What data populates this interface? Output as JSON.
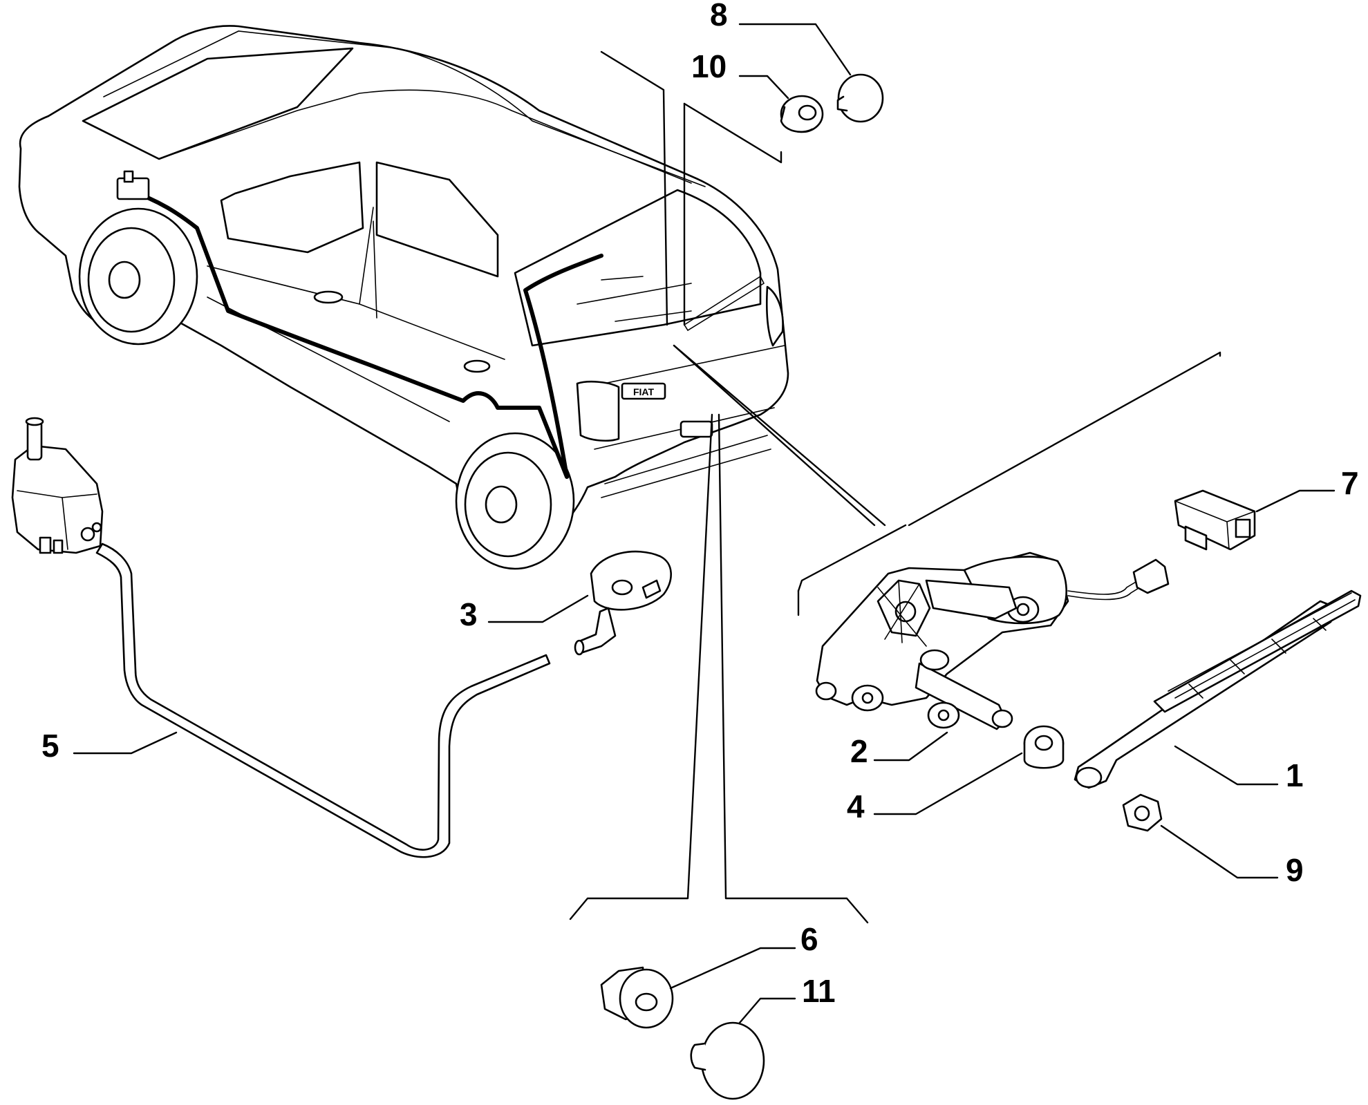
{
  "diagram": {
    "callouts": [
      {
        "id": "c1",
        "label": "1"
      },
      {
        "id": "c2",
        "label": "2"
      },
      {
        "id": "c3",
        "label": "3"
      },
      {
        "id": "c4",
        "label": "4"
      },
      {
        "id": "c5",
        "label": "5"
      },
      {
        "id": "c6",
        "label": "6"
      },
      {
        "id": "c7",
        "label": "7"
      },
      {
        "id": "c8",
        "label": "8"
      },
      {
        "id": "c9",
        "label": "9"
      },
      {
        "id": "c10",
        "label": "10"
      },
      {
        "id": "c11",
        "label": "11"
      }
    ],
    "car_badge": "FIAT",
    "parts": {
      "1": "rear-wiper-arm-with-blade",
      "2": "rear-wiper-motor",
      "3": "washer-nozzle",
      "4": "spindle-seal",
      "5": "washer-hose",
      "6": "rubber-grommet",
      "7": "electrical-connector",
      "8": "plug-cap",
      "9": "hex-nut",
      "10": "grommet",
      "11": "plug-cap",
      "reservoir": "washer-pump-reservoir",
      "vehicle": "hatchback-vehicle"
    }
  }
}
